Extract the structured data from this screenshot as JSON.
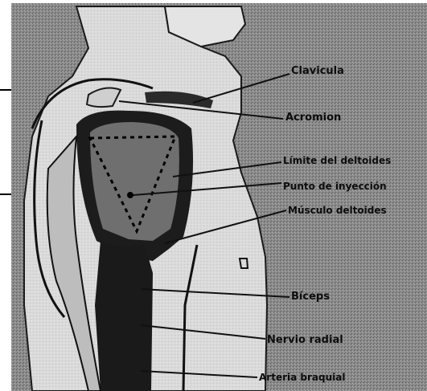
{
  "diagram": {
    "colors": {
      "background": "#8c8c8c",
      "skin": "#d9d9d9",
      "muscle_dark": "#1a1a1a",
      "muscle_mid": "#6e6e6e",
      "line": "#111111",
      "label": "#0d0d0d"
    },
    "labels": [
      {
        "id": "clavicle",
        "text": "Clavicula"
      },
      {
        "id": "acromion",
        "text": "Acromion"
      },
      {
        "id": "deltoid-limit",
        "text": "Límite del deltoides"
      },
      {
        "id": "injection-point",
        "text": "Punto de inyección"
      },
      {
        "id": "deltoid-muscle",
        "text": "Músculo deltoides"
      },
      {
        "id": "biceps",
        "text": "Bíceps"
      },
      {
        "id": "radial-nerve",
        "text": "Nervio radial"
      },
      {
        "id": "brachial-artery",
        "text": "Arteria braquial"
      }
    ]
  }
}
